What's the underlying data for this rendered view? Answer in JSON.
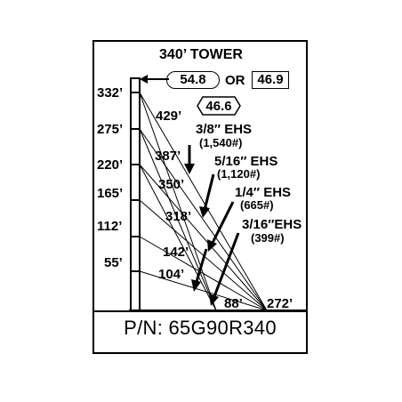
{
  "title": "340’ TOWER",
  "tension_values": {
    "oval": "54.8",
    "or_text": "OR",
    "box": "46.9",
    "hex": "46.6"
  },
  "heights": [
    "332’",
    "275’",
    "220’",
    "165’",
    "112’",
    "55’"
  ],
  "anchor_distances": {
    "d429": "429’",
    "d387": "387’",
    "d350": "350’",
    "d318": "318’",
    "d142": "142’",
    "d104": "104’",
    "d88": "88’",
    "d272": "272’"
  },
  "cables": [
    {
      "size": "3/8″ EHS",
      "strength": "(1,540#)"
    },
    {
      "size": "5/16″ EHS",
      "strength": "(1,120#)"
    },
    {
      "size": "1/4″ EHS",
      "strength": "(665#)"
    },
    {
      "size": "3/16″EHS",
      "strength": "(399#)"
    }
  ],
  "part_number": "P/N: 65G90R340"
}
